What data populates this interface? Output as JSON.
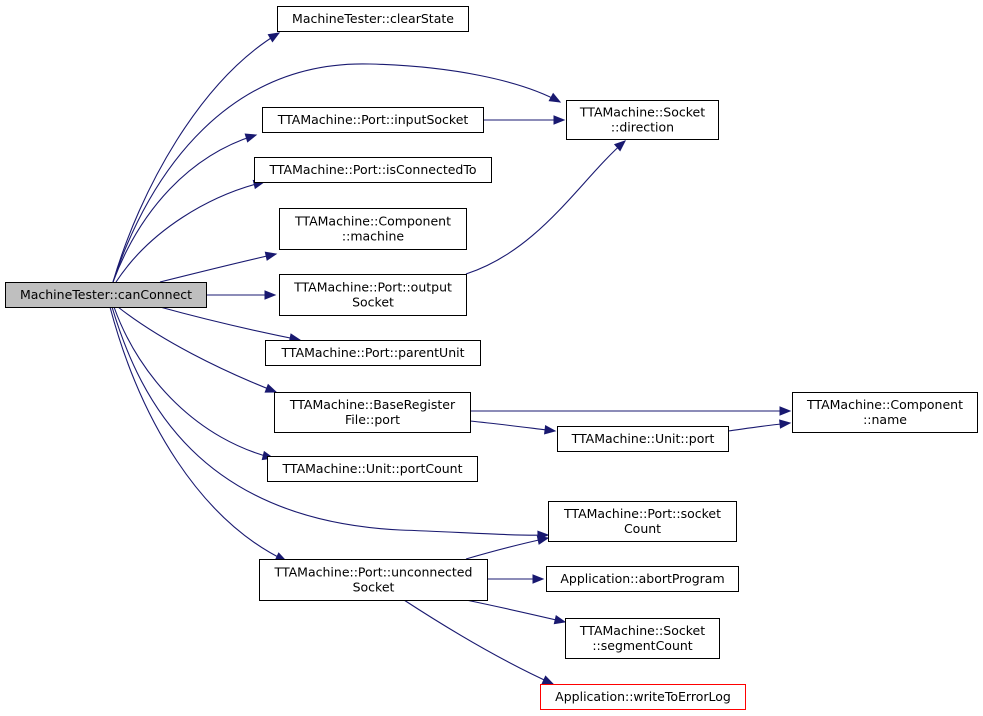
{
  "colors": {
    "edge": "#191970",
    "root_fill": "#bfbfbf",
    "error_border": "#ff0000",
    "node_border": "#000000",
    "background": "#ffffff"
  },
  "nodes": [
    {
      "id": "root",
      "lines": [
        "MachineTester::canConnect"
      ],
      "style": "root"
    },
    {
      "id": "clearState",
      "lines": [
        "MachineTester::clearState"
      ]
    },
    {
      "id": "inputSocket",
      "lines": [
        "TTAMachine::Port::inputSocket"
      ]
    },
    {
      "id": "direction",
      "lines": [
        "TTAMachine::Socket",
        "::direction"
      ]
    },
    {
      "id": "isConnectedTo",
      "lines": [
        "TTAMachine::Port::isConnectedTo"
      ]
    },
    {
      "id": "machine",
      "lines": [
        "TTAMachine::Component",
        "::machine"
      ]
    },
    {
      "id": "outputSocket",
      "lines": [
        "TTAMachine::Port::output",
        "Socket"
      ]
    },
    {
      "id": "parentUnit",
      "lines": [
        "TTAMachine::Port::parentUnit"
      ]
    },
    {
      "id": "brfPort",
      "lines": [
        "TTAMachine::BaseRegister",
        "File::port"
      ]
    },
    {
      "id": "componentName",
      "lines": [
        "TTAMachine::Component",
        "::name"
      ]
    },
    {
      "id": "unitPort",
      "lines": [
        "TTAMachine::Unit::port"
      ]
    },
    {
      "id": "portCount",
      "lines": [
        "TTAMachine::Unit::portCount"
      ]
    },
    {
      "id": "socketCount",
      "lines": [
        "TTAMachine::Port::socket",
        "Count"
      ]
    },
    {
      "id": "unconnectedSocket",
      "lines": [
        "TTAMachine::Port::unconnected",
        "Socket"
      ]
    },
    {
      "id": "abortProgram",
      "lines": [
        "Application::abortProgram"
      ]
    },
    {
      "id": "segmentCount",
      "lines": [
        "TTAMachine::Socket",
        "::segmentCount"
      ]
    },
    {
      "id": "writeToErrorLog",
      "lines": [
        "Application::writeToErrorLog"
      ],
      "style": "error"
    }
  ],
  "edges": [
    {
      "from": "root",
      "to": "clearState"
    },
    {
      "from": "root",
      "to": "direction"
    },
    {
      "from": "root",
      "to": "inputSocket"
    },
    {
      "from": "root",
      "to": "isConnectedTo"
    },
    {
      "from": "root",
      "to": "machine"
    },
    {
      "from": "root",
      "to": "outputSocket"
    },
    {
      "from": "root",
      "to": "parentUnit"
    },
    {
      "from": "root",
      "to": "brfPort"
    },
    {
      "from": "root",
      "to": "portCount"
    },
    {
      "from": "root",
      "to": "socketCount"
    },
    {
      "from": "root",
      "to": "unconnectedSocket"
    },
    {
      "from": "inputSocket",
      "to": "direction"
    },
    {
      "from": "outputSocket",
      "to": "direction"
    },
    {
      "from": "brfPort",
      "to": "componentName"
    },
    {
      "from": "brfPort",
      "to": "unitPort"
    },
    {
      "from": "unitPort",
      "to": "componentName"
    },
    {
      "from": "unconnectedSocket",
      "to": "socketCount"
    },
    {
      "from": "unconnectedSocket",
      "to": "abortProgram"
    },
    {
      "from": "unconnectedSocket",
      "to": "segmentCount"
    },
    {
      "from": "unconnectedSocket",
      "to": "writeToErrorLog"
    }
  ]
}
